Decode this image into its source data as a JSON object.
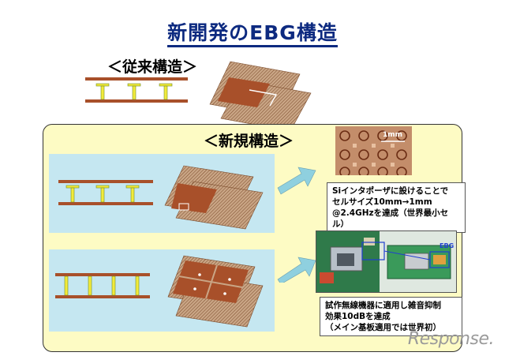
{
  "title": "新開発のEBG構造",
  "conventional_label": "＜従来構造＞",
  "new_label": "＜新規構造＞",
  "micro_scale_label": "1mm",
  "ebg_label": "EBG",
  "note1": {
    "line1": "Siインタポーザに設けることで",
    "line2": "セルサイズ10mm→1mm",
    "line3": "@2.4GHzを達成（世界最小セル）"
  },
  "note2": {
    "line1": "試作無線機器に適用し雑音抑制",
    "line2": "効果10dBを達成",
    "line3": "（メイン基板適用では世界初）"
  },
  "watermark": "Response.",
  "colors": {
    "title": "#0d2a80",
    "panel": "#fdfbc4",
    "blue_box": "#c5e7f1",
    "copper": "#a8502a",
    "board": "#c9a585",
    "via": "#f2ea3a",
    "arrow": "#8fd0df"
  }
}
